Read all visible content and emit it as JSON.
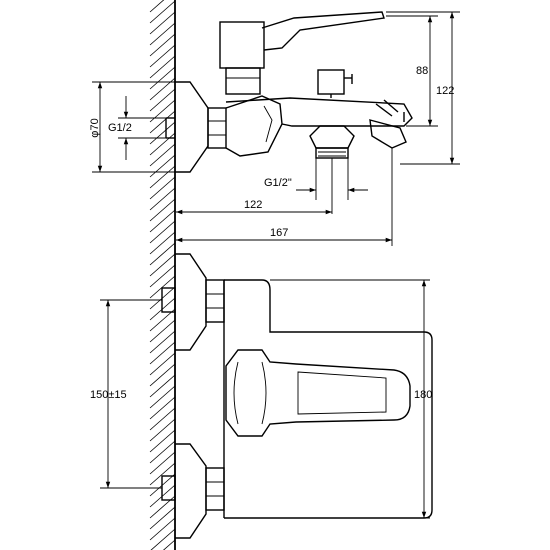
{
  "diagram": {
    "top_view": {
      "dimensions": {
        "diameter": "φ70",
        "inlet_thread": "G1/2",
        "outlet_thread": "G1/2\"",
        "spout_height": "88",
        "total_height": "122",
        "outlet_distance": "122",
        "spout_length": "167"
      }
    },
    "front_view": {
      "dimensions": {
        "inlet_spacing": "150±15",
        "body_height": "180"
      }
    }
  }
}
